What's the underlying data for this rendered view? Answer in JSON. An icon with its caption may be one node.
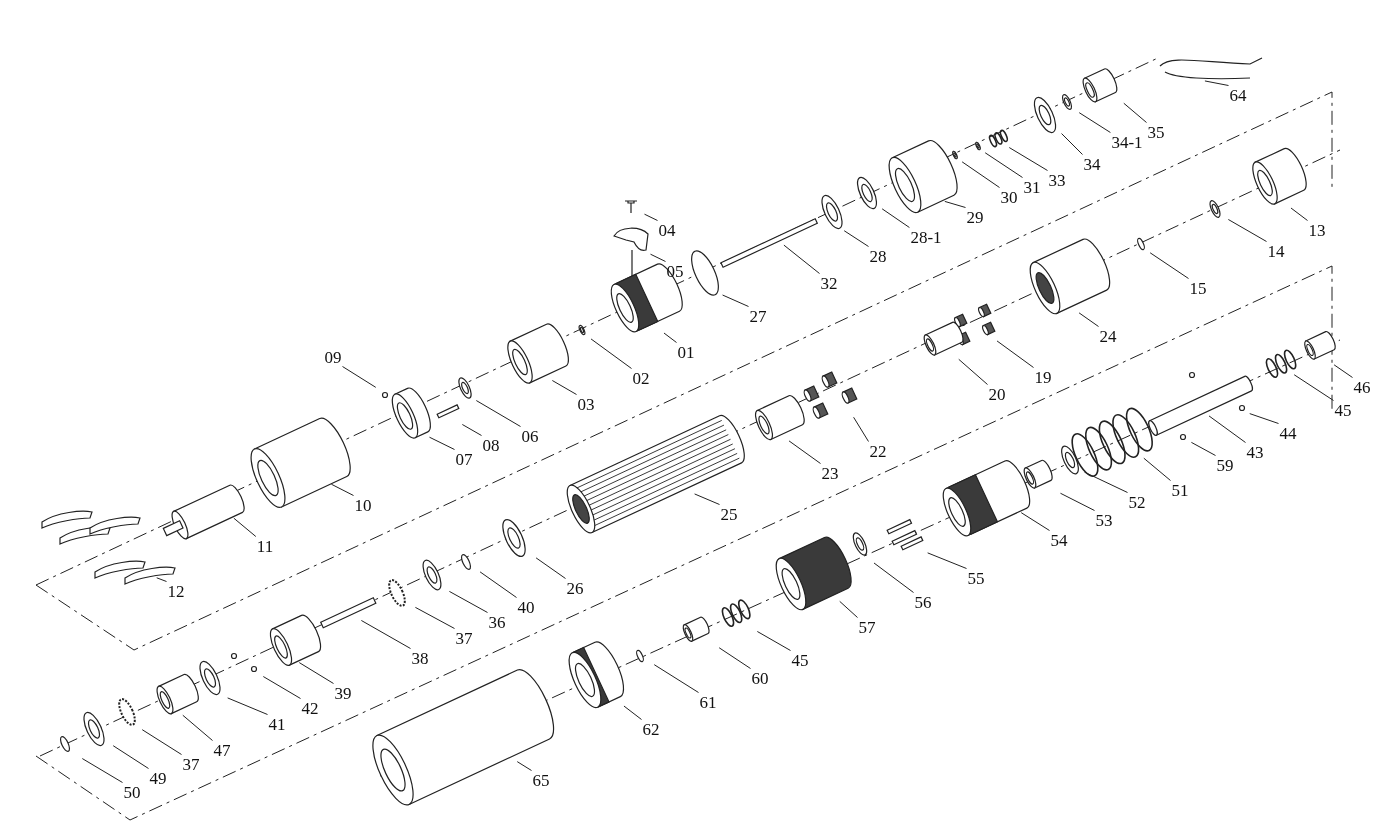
{
  "diagram": {
    "nodes": [
      {
        "text": [
          "64"
        ]
      },
      {
        "text": [
          "35"
        ]
      },
      {
        "text": [
          "34-1"
        ]
      },
      {
        "text": [
          "34"
        ]
      },
      {
        "text": [
          "33"
        ]
      },
      {
        "text": [
          "31"
        ]
      },
      {
        "text": [
          "30"
        ]
      },
      {
        "text": [
          "04"
        ]
      },
      {
        "text": [
          "29"
        ]
      },
      {
        "text": [
          "13"
        ]
      },
      {
        "text": [
          "28-1"
        ]
      },
      {
        "text": [
          "28"
        ]
      },
      {
        "text": [
          "14"
        ]
      },
      {
        "text": [
          "05"
        ]
      },
      {
        "text": [
          "32"
        ]
      },
      {
        "text": [
          "15"
        ]
      },
      {
        "text": [
          "27"
        ]
      },
      {
        "text": [
          "24"
        ]
      },
      {
        "text": [
          "09"
        ]
      },
      {
        "text": [
          "01"
        ]
      },
      {
        "text": [
          "19"
        ]
      },
      {
        "text": [
          "02"
        ]
      },
      {
        "text": [
          "46"
        ]
      },
      {
        "text": [
          "20"
        ]
      },
      {
        "text": [
          "03"
        ]
      },
      {
        "text": [
          "45"
        ]
      },
      {
        "text": [
          "44"
        ]
      },
      {
        "text": [
          "06"
        ]
      },
      {
        "text": [
          "08"
        ]
      },
      {
        "text": [
          "43"
        ]
      },
      {
        "text": [
          "07"
        ]
      },
      {
        "text": [
          "22"
        ]
      },
      {
        "text": [
          "59"
        ]
      },
      {
        "text": [
          "23"
        ]
      },
      {
        "text": [
          "51"
        ]
      },
      {
        "text": [
          "52"
        ]
      },
      {
        "text": [
          "10"
        ]
      },
      {
        "text": [
          "25"
        ]
      },
      {
        "text": [
          "53"
        ]
      },
      {
        "text": [
          "54"
        ]
      },
      {
        "text": [
          "11"
        ]
      },
      {
        "text": [
          "55"
        ]
      },
      {
        "text": [
          "26"
        ]
      },
      {
        "text": [
          "12"
        ]
      },
      {
        "text": [
          "56"
        ]
      },
      {
        "text": [
          "40"
        ]
      },
      {
        "text": [
          "36"
        ]
      },
      {
        "text": [
          "57"
        ]
      },
      {
        "text": [
          "37"
        ]
      },
      {
        "text": [
          "38"
        ]
      },
      {
        "text": [
          "45"
        ]
      },
      {
        "text": [
          "60"
        ]
      },
      {
        "text": [
          "39"
        ]
      },
      {
        "text": [
          "61"
        ]
      },
      {
        "text": [
          "42"
        ]
      },
      {
        "text": [
          "41"
        ]
      },
      {
        "text": [
          "62"
        ]
      },
      {
        "text": [
          "47"
        ]
      },
      {
        "text": [
          "37"
        ]
      },
      {
        "text": [
          "49"
        ]
      },
      {
        "text": [
          "65"
        ]
      },
      {
        "text": [
          "50"
        ]
      }
    ],
    "edges": [
      {
        "from": 0,
        "to": null,
        "arrow": "none"
      },
      {
        "from": 1,
        "to": null,
        "arrow": "none"
      },
      {
        "from": 2,
        "to": null,
        "arrow": "none"
      },
      {
        "from": 3,
        "to": null,
        "arrow": "none"
      },
      {
        "from": 4,
        "to": null,
        "arrow": "none"
      },
      {
        "from": 5,
        "to": null,
        "arrow": "none"
      },
      {
        "from": 6,
        "to": null,
        "arrow": "none"
      },
      {
        "from": 7,
        "to": null,
        "arrow": "none"
      },
      {
        "from": 8,
        "to": null,
        "arrow": "none"
      },
      {
        "from": 9,
        "to": null,
        "arrow": "none"
      },
      {
        "from": 10,
        "to": null,
        "arrow": "none"
      },
      {
        "from": 11,
        "to": null,
        "arrow": "none"
      },
      {
        "from": 12,
        "to": null,
        "arrow": "none"
      },
      {
        "from": 13,
        "to": null,
        "arrow": "none"
      },
      {
        "from": 14,
        "to": null,
        "arrow": "none"
      },
      {
        "from": 15,
        "to": null,
        "arrow": "none"
      },
      {
        "from": 16,
        "to": null,
        "arrow": "none"
      },
      {
        "from": 17,
        "to": null,
        "arrow": "none"
      },
      {
        "from": 18,
        "to": null,
        "arrow": "none"
      },
      {
        "from": 19,
        "to": null,
        "arrow": "none"
      },
      {
        "from": 20,
        "to": null,
        "arrow": "none"
      },
      {
        "from": 21,
        "to": null,
        "arrow": "none"
      },
      {
        "from": 22,
        "to": null,
        "arrow": "none"
      },
      {
        "from": 23,
        "to": null,
        "arrow": "none"
      },
      {
        "from": 24,
        "to": null,
        "arrow": "none"
      },
      {
        "from": 25,
        "to": null,
        "arrow": "none"
      },
      {
        "from": 26,
        "to": null,
        "arrow": "none"
      },
      {
        "from": 27,
        "to": null,
        "arrow": "none"
      },
      {
        "from": 28,
        "to": null,
        "arrow": "none"
      },
      {
        "from": 29,
        "to": null,
        "arrow": "none"
      },
      {
        "from": 30,
        "to": null,
        "arrow": "none"
      },
      {
        "from": 31,
        "to": null,
        "arrow": "none"
      },
      {
        "from": 32,
        "to": null,
        "arrow": "none"
      },
      {
        "from": 33,
        "to": null,
        "arrow": "none"
      },
      {
        "from": 34,
        "to": null,
        "arrow": "none"
      },
      {
        "from": 35,
        "to": null,
        "arrow": "none"
      },
      {
        "from": 36,
        "to": null,
        "arrow": "none"
      },
      {
        "from": 37,
        "to": null,
        "arrow": "none"
      },
      {
        "from": 38,
        "to": null,
        "arrow": "none"
      },
      {
        "from": 39,
        "to": null,
        "arrow": "none"
      },
      {
        "from": 40,
        "to": null,
        "arrow": "none"
      },
      {
        "from": 41,
        "to": null,
        "arrow": "none"
      },
      {
        "from": 42,
        "to": null,
        "arrow": "none"
      },
      {
        "from": 43,
        "to": null,
        "arrow": "none"
      },
      {
        "from": 44,
        "to": null,
        "arrow": "none"
      },
      {
        "from": 45,
        "to": null,
        "arrow": "none"
      },
      {
        "from": 46,
        "to": null,
        "arrow": "none"
      },
      {
        "from": 47,
        "to": null,
        "arrow": "none"
      },
      {
        "from": 48,
        "to": null,
        "arrow": "none"
      },
      {
        "from": 49,
        "to": null,
        "arrow": "none"
      },
      {
        "from": 50,
        "to": null,
        "arrow": "none"
      },
      {
        "from": 51,
        "to": null,
        "arrow": "none"
      },
      {
        "from": 52,
        "to": null,
        "arrow": "none"
      },
      {
        "from": 53,
        "to": null,
        "arrow": "none"
      },
      {
        "from": 54,
        "to": null,
        "arrow": "none"
      },
      {
        "from": 55,
        "to": null,
        "arrow": "none"
      },
      {
        "from": 56,
        "to": null,
        "arrow": "none"
      },
      {
        "from": 57,
        "to": null,
        "arrow": "none"
      },
      {
        "from": 58,
        "to": null,
        "arrow": "none"
      },
      {
        "from": 59,
        "to": null,
        "arrow": "none"
      },
      {
        "from": 60,
        "to": null,
        "arrow": "none"
      },
      {
        "from": 61,
        "to": null,
        "arrow": "none"
      }
    ]
  }
}
